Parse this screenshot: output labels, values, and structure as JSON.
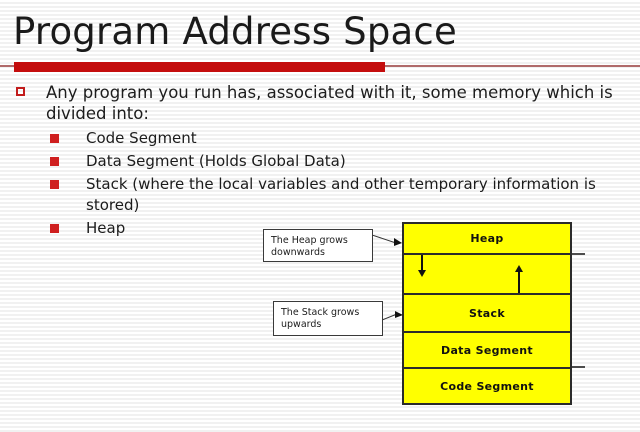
{
  "slide": {
    "title": "Program Address Space",
    "accent_color": "#c40d0d",
    "rule_color": "#b06a6a",
    "background_color": "#fdfdfd"
  },
  "bullets": {
    "level1": [
      "Any program you run has, associated with it, some memory which is divided into:"
    ],
    "level2": [
      "Code Segment",
      "Data Segment (Holds Global Data)",
      "Stack (where the local variables and other temporary information is stored)",
      "Heap"
    ],
    "marker_color": "#cf1f1f"
  },
  "diagram": {
    "fill_color": "#ffff00",
    "stroke_color": "#2b2b2b",
    "bands": [
      {
        "id": "heap",
        "label": "Heap"
      },
      {
        "id": "gap",
        "label": ""
      },
      {
        "id": "stack",
        "label": "Stack"
      },
      {
        "id": "data_segment",
        "label": "Data Segment"
      },
      {
        "id": "code_segment",
        "label": "Code Segment"
      }
    ],
    "annotations": [
      {
        "id": "heap_callout",
        "text": "The Heap grows downwards"
      },
      {
        "id": "stack_callout",
        "text": "The Stack grows upwards"
      }
    ],
    "growth_arrows": [
      {
        "id": "heap_arrow",
        "direction": "down"
      },
      {
        "id": "stack_arrow",
        "direction": "up"
      }
    ]
  }
}
